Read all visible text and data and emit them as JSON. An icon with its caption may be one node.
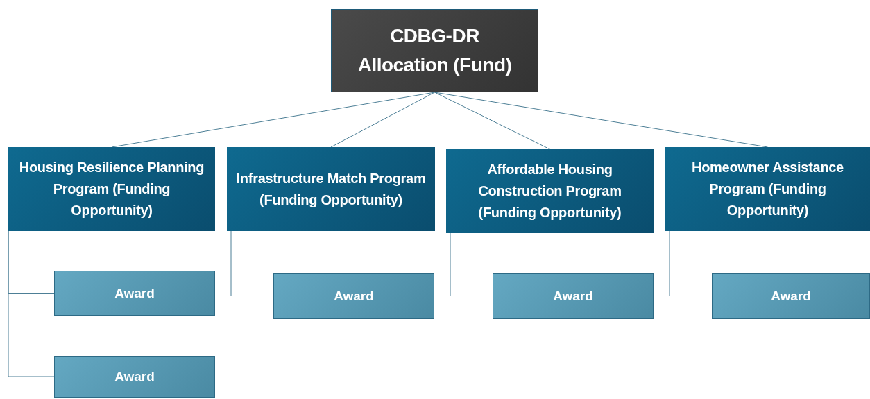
{
  "diagram": {
    "nodes": [
      {
        "text": [
          "CDBG-DR Allocation (Fund)"
        ]
      },
      {
        "text": [
          "Housing Resilience Planning Program (Funding Opportunity)"
        ]
      },
      {
        "text": [
          "Infrastructure Match Program (Funding Opportunity)"
        ]
      },
      {
        "text": [
          "Affordable Housing Construction Program (Funding Opportunity)"
        ]
      },
      {
        "text": [
          "Homeowner Assistance Program (Funding Opportunity)"
        ]
      },
      {
        "text": [
          "Award"
        ]
      },
      {
        "text": [
          "Award"
        ]
      },
      {
        "text": [
          "Award"
        ]
      },
      {
        "text": [
          "Award"
        ]
      },
      {
        "text": [
          "Award"
        ]
      }
    ],
    "edges": [
      {
        "from": 0,
        "to": 1,
        "arrow": "none"
      },
      {
        "from": 0,
        "to": 2,
        "arrow": "none"
      },
      {
        "from": 0,
        "to": 3,
        "arrow": "none"
      },
      {
        "from": 0,
        "to": 4,
        "arrow": "none"
      },
      {
        "from": 1,
        "to": 5,
        "arrow": "none"
      },
      {
        "from": 1,
        "to": 6,
        "arrow": "none"
      },
      {
        "from": 2,
        "to": 7,
        "arrow": "none"
      },
      {
        "from": 3,
        "to": 8,
        "arrow": "none"
      },
      {
        "from": 4,
        "to": 9,
        "arrow": "none"
      }
    ]
  }
}
